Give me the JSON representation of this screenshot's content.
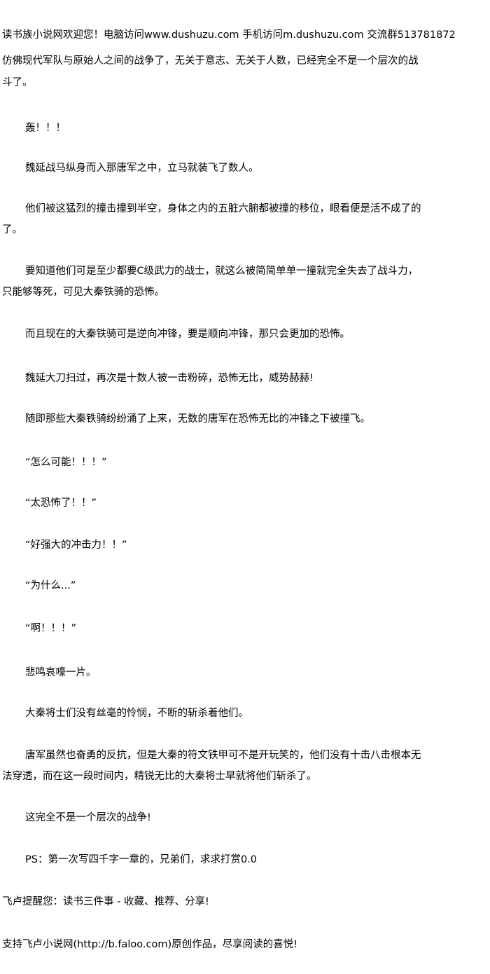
{
  "header": "读书族小说网欢迎您！电脑访问www.dushuzu.com 手机访问m.dushuzu.com 交流群513781872",
  "paragraphs": [
    {
      "lines": [
        "仿佛现代军队与原始人之间的战争了，无关于意志、无关于人数，已经完全不是一个层次的战",
        "斗了。"
      ]
    },
    {
      "lines": [
        "轰！！！"
      ]
    },
    {
      "lines": [
        "魏延战马纵身而入那唐军之中，立马就装飞了数人。"
      ]
    },
    {
      "lines": [
        "他们被这猛烈的撞击撞到半空，身体之内的五脏六腑都被撞的移位，眼看便是活不成了的",
        "了。"
      ]
    },
    {
      "lines": [
        "要知道他们可是至少都要C级武力的战士，就这么被简简单单一撞就完全失去了战斗力，",
        "只能够等死，可见大秦铁骑的恐怖。"
      ]
    },
    {
      "lines": [
        "而且现在的大秦铁骑可是逆向冲锋，要是顺向冲锋，那只会更加的恐怖。"
      ]
    },
    {
      "lines": [
        "魏延大刀扫过，再次是十数人被一击粉碎，恐怖无比，威势赫赫!"
      ]
    },
    {
      "lines": [
        "随即那些大秦铁骑纷纷涌了上来，无数的唐军在恐怖无比的冲锋之下被撞飞。"
      ]
    },
    {
      "lines": [
        "“怎么可能！！！”"
      ]
    },
    {
      "lines": [
        "“太恐怖了！！”"
      ]
    },
    {
      "lines": [
        "“好强大的冲击力！！”"
      ]
    },
    {
      "lines": [
        "“为什么...”"
      ]
    },
    {
      "lines": [
        "“啊！！！”"
      ]
    },
    {
      "lines": [
        "悲鸣哀嚎一片。"
      ]
    },
    {
      "lines": [
        "大秦将士们没有丝毫的怜悯，不断的斩杀着他们。"
      ]
    },
    {
      "lines": [
        "唐军虽然也奋勇的反抗，但是大秦的符文铁甲可不是开玩笑的，他们没有十击八击根本无",
        "法穿透，而在这一段时间内，精锐无比的大秦将士早就将他们斩杀了。"
      ]
    },
    {
      "lines": [
        "这完全不是一个层次的战争!"
      ]
    },
    {
      "lines": [
        "PS：第一次写四千字一章的，兄弟们，求求打赏0.0"
      ]
    }
  ],
  "footer_reminder": "飞卢提醒您：读书三件事 - 收藏、推荐、分享!",
  "footer_support": "支持飞卢小说网(http://b.faloo.com)原创作品，尽享阅读的喜悦!"
}
